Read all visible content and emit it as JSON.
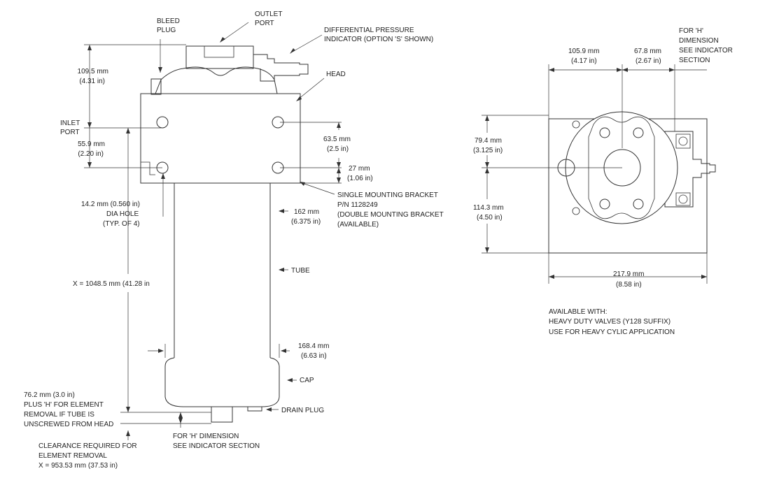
{
  "side_view": {
    "bleed_plug": [
      "BLEED",
      "PLUG"
    ],
    "outlet_port": [
      "OUTLET",
      "PORT"
    ],
    "diff_indicator": [
      "DIFFERENTIAL PRESSURE",
      "INDICATOR (OPTION 'S' SHOWN)"
    ],
    "head": "HEAD",
    "dim_109": [
      "109.5 mm",
      "(4.31 in)"
    ],
    "inlet_port": [
      "INLET",
      "PORT"
    ],
    "dim_55": [
      "55.9 mm",
      "(2.20 in)"
    ],
    "dim_63": [
      "63.5 mm",
      "(2.5 in)"
    ],
    "dim_27": [
      "27 mm",
      "(1.06 in)"
    ],
    "bracket": [
      "SINGLE MOUNTING BRACKET",
      "P/N 1128249",
      "(DOUBLE MOUNTING BRACKET",
      "(AVAILABLE)"
    ],
    "dia_hole": [
      "14.2 mm (0.560 in)",
      "DIA HOLE",
      "(TYP. OF 4)"
    ],
    "dim_162": [
      "162 mm",
      "(6.375 in)"
    ],
    "tube": "TUBE",
    "dim_x1048": "X = 1048.5 mm (41.28 in",
    "dim_168": [
      "168.4 mm",
      "(6.63 in)"
    ],
    "cap": "CAP",
    "drain_plug": "DRAIN PLUG",
    "removal_note": [
      "76.2 mm (3.0 in)",
      "PLUS 'H' FOR ELEMENT",
      "REMOVAL IF TUBE IS",
      "UNSCREWED FROM HEAD"
    ],
    "h_dim_note": [
      "FOR 'H' DIMENSION",
      "SEE INDICATOR SECTION"
    ],
    "clearance_note": [
      "CLEARANCE REQUIRED FOR",
      "ELEMENT REMOVAL",
      "X = 953.53 mm (37.53 in)"
    ]
  },
  "top_view": {
    "dim_105": [
      "105.9 mm",
      "(4.17 in)"
    ],
    "dim_67": [
      "67.8 mm",
      "(2.67 in)"
    ],
    "h_note": [
      "FOR 'H'",
      "DIMENSION",
      "SEE INDICATOR",
      "SECTION"
    ],
    "dim_79": [
      "79.4 mm",
      "(3.125 in)"
    ],
    "dim_114": [
      "114.3 mm",
      "(4.50 in)"
    ],
    "dim_217": [
      "217.9 mm",
      "(8.58 in)"
    ],
    "availability": [
      "AVAILABLE WITH:",
      "HEAVY DUTY VALVES (Y128 SUFFIX)",
      "USE FOR HEAVY CYLIC APPLICATION"
    ]
  }
}
